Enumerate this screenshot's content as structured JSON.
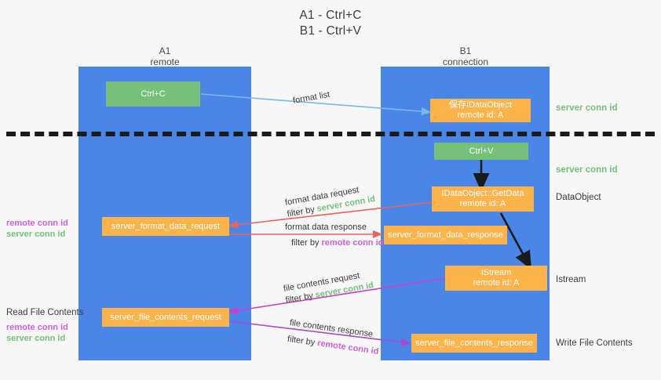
{
  "title": {
    "line1": "A1 - Ctrl+C",
    "line2": "B1 - Ctrl+V"
  },
  "columns": [
    {
      "name": "A1",
      "sub": "remote"
    },
    {
      "name": "B1",
      "sub": "connection"
    }
  ],
  "nodes": {
    "ctrl_c": {
      "line1": "Ctrl+C",
      "line2": "",
      "color": "#76c07a"
    },
    "idataobject_saved": {
      "line1": "保存IDataObject",
      "line2": "remote id: A",
      "color": "#fcb34a"
    },
    "ctrl_v": {
      "line1": "Ctrl+V",
      "line2": "",
      "color": "#76c07a"
    },
    "idataobject_getdata": {
      "line1": "IDataObject::GetData",
      "line2": "remote id: A",
      "color": "#fcb34a"
    },
    "server_format_data_request": {
      "line1": "server_format_data_request",
      "line2": "",
      "color": "#fcb34a"
    },
    "server_format_data_response": {
      "line1": "server_format_data_response",
      "line2": "",
      "color": "#fcb34a"
    },
    "istream": {
      "line1": "IStream",
      "line2": "remote id: A",
      "color": "#fcb34a"
    },
    "server_file_contents_request": {
      "line1": "server_file_contents_request",
      "line2": "",
      "color": "#fcb34a"
    },
    "server_file_contents_response": {
      "line1": "server_file_contents_response",
      "line2": "",
      "color": "#fcb34a"
    }
  },
  "edges": {
    "format_list": {
      "caption": "format list"
    },
    "format_data_request": {
      "caption": "format data request",
      "filter_prefix": "filter by ",
      "filter_key": "server conn id"
    },
    "format_data_response": {
      "caption": "format data response",
      "filter_prefix": "filter by ",
      "filter_key": "remote conn id"
    },
    "file_contents_request": {
      "caption": "file contents request",
      "filter_prefix": "filter by ",
      "filter_key": "server conn id"
    },
    "file_contents_response": {
      "caption": "file contents response",
      "filter_prefix": "filter by ",
      "filter_key": "remote conn id"
    }
  },
  "right_labels": {
    "server_conn_id_top": "server conn id",
    "server_conn_id_mid": "server conn id",
    "dataobject": "DataObject",
    "istream": "Istream",
    "write_file_contents": "Write File Contents"
  },
  "left_labels": {
    "remote_conn_id_1": "remote conn id",
    "server_conn_id_1": "server conn id",
    "read_file_contents": "Read File Contents",
    "remote_conn_id_2": "remote conn id",
    "server_conn_id_2": "server conn id"
  },
  "colors": {
    "lane": "#4a86e8",
    "green_box": "#76c07a",
    "orange_box": "#fcb34a",
    "green_text": "#76c07a",
    "purple_text": "#c961de",
    "arrow_blue": "#7ab8e8",
    "arrow_red": "#e8645a",
    "arrow_magenta": "#cc3fcc",
    "arrow_purple": "#a64ad0",
    "arrow_black": "#1a1a1a",
    "dash_line": "#1a1a1a",
    "background": "#f7f7f7"
  }
}
